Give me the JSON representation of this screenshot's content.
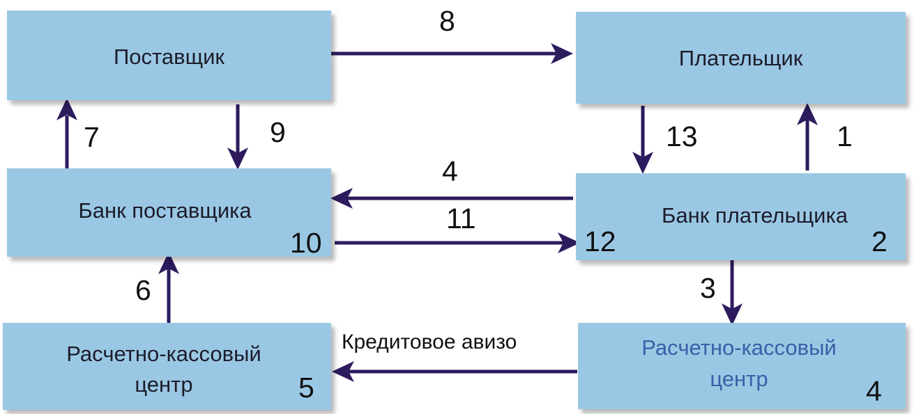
{
  "boxes": {
    "supplier": {
      "label": "Поставщик"
    },
    "payer": {
      "label": "Плательщик"
    },
    "supplier_bank": {
      "label": "Банк поставщика",
      "number": "10"
    },
    "payer_bank": {
      "label": "Банк плательщика",
      "number": "2",
      "number_left": "12"
    },
    "rkc_left": {
      "label_line1": "Расчетно-кассовый",
      "label_line2": "центр",
      "number": "5"
    },
    "rkc_right": {
      "label_line1": "Расчетно-кассовый",
      "label_line2": "центр",
      "number": "4"
    }
  },
  "arrow_labels": {
    "a1": "1",
    "a3": "3",
    "a4": "4",
    "a6": "6",
    "a7": "7",
    "a8": "8",
    "a9": "9",
    "a11": "11",
    "a13": "13"
  },
  "caption": "Кредитовое авизо",
  "colors": {
    "box": "#9ac8e4",
    "arrow": "#2d1b5e",
    "blue_text": "#3a5fa8"
  }
}
